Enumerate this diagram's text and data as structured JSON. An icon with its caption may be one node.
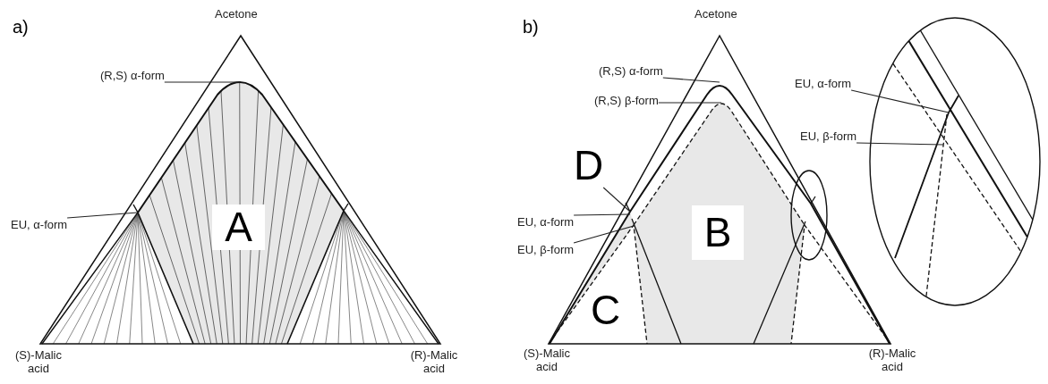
{
  "diagram": {
    "nodes": [
      {
        "text": [
          "(R,S) α-form"
        ]
      },
      {
        "text": [
          "EU, α-form"
        ]
      },
      {
        "text": [
          "(R,S) α-form"
        ]
      },
      {
        "text": [
          "(R,S) β-form"
        ]
      },
      {
        "text": [
          "D"
        ]
      },
      {
        "text": [
          "EU, α-form"
        ]
      },
      {
        "text": [
          "EU, β-form"
        ]
      },
      {
        "text": [
          "EU, α-form"
        ]
      },
      {
        "text": [
          "EU, β-form"
        ]
      }
    ],
    "edges": [
      {
        "from": 0,
        "to": null,
        "arrow": "none"
      },
      {
        "from": 1,
        "to": null,
        "arrow": "none"
      },
      {
        "from": 2,
        "to": null,
        "arrow": "none"
      },
      {
        "from": 3,
        "to": null,
        "arrow": "none"
      },
      {
        "from": 4,
        "to": null,
        "arrow": "none"
      },
      {
        "from": 5,
        "to": null,
        "arrow": "none"
      },
      {
        "from": 6,
        "to": null,
        "arrow": "none"
      },
      {
        "from": 7,
        "to": null,
        "arrow": "none"
      },
      {
        "from": 8,
        "to": null,
        "arrow": "none"
      }
    ],
    "labels": [
      "a)",
      "Acetone",
      "A",
      "(S)-Malic acid",
      "(R)-Malic acid",
      "b)",
      "Acetone",
      "B",
      "C",
      "(S)-Malic acid",
      "(R)-Malic acid"
    ]
  }
}
